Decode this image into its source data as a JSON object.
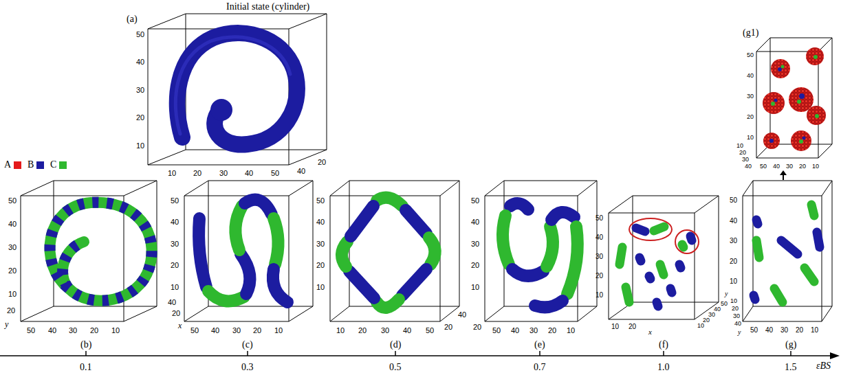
{
  "diagram": {
    "labels": [
      "Initial state (cylinder)",
      "(a)",
      "50",
      "40",
      "30",
      "20",
      "10",
      "10",
      "20",
      "30",
      "40",
      "50",
      "40",
      "20",
      "(g1)",
      "50",
      "40",
      "30",
      "20",
      "10",
      "10",
      "20",
      "30",
      "40",
      "50",
      "40",
      "30",
      "20",
      "10",
      "50",
      "40",
      "30",
      "20",
      "10",
      "20",
      "y",
      "50",
      "40",
      "30",
      "20",
      "10",
      "50",
      "40",
      "30",
      "20",
      "10",
      "40",
      "20",
      "x",
      "50",
      "40",
      "30",
      "20",
      "10",
      "50",
      "40",
      "30",
      "20",
      "10",
      "10",
      "20",
      "30",
      "40",
      "50",
      "20",
      "40",
      "50",
      "40",
      "30",
      "20",
      "10",
      "20",
      "50",
      "40",
      "30",
      "20",
      "10",
      "50",
      "40",
      "30",
      "20",
      "10",
      "10",
      "20",
      "x",
      "10",
      "20",
      "30",
      "40",
      "50",
      "y",
      "50",
      "40",
      "30",
      "20",
      "10",
      "10",
      "20",
      "30",
      "40",
      "y",
      "50",
      "40",
      "30",
      "20",
      "10",
      "(b)",
      "0.1",
      "(c)",
      "0.3",
      "(d)",
      "0.5",
      "(e)",
      "0.7",
      "(f)",
      "1.0",
      "(g)",
      "1.5",
      "εBS"
    ],
    "legend": [
      {
        "text": "A",
        "color": "#e41a1c"
      },
      {
        "text": "B",
        "color": "#1c1ca0"
      },
      {
        "text": "C",
        "color": "#2fb82f"
      }
    ]
  }
}
